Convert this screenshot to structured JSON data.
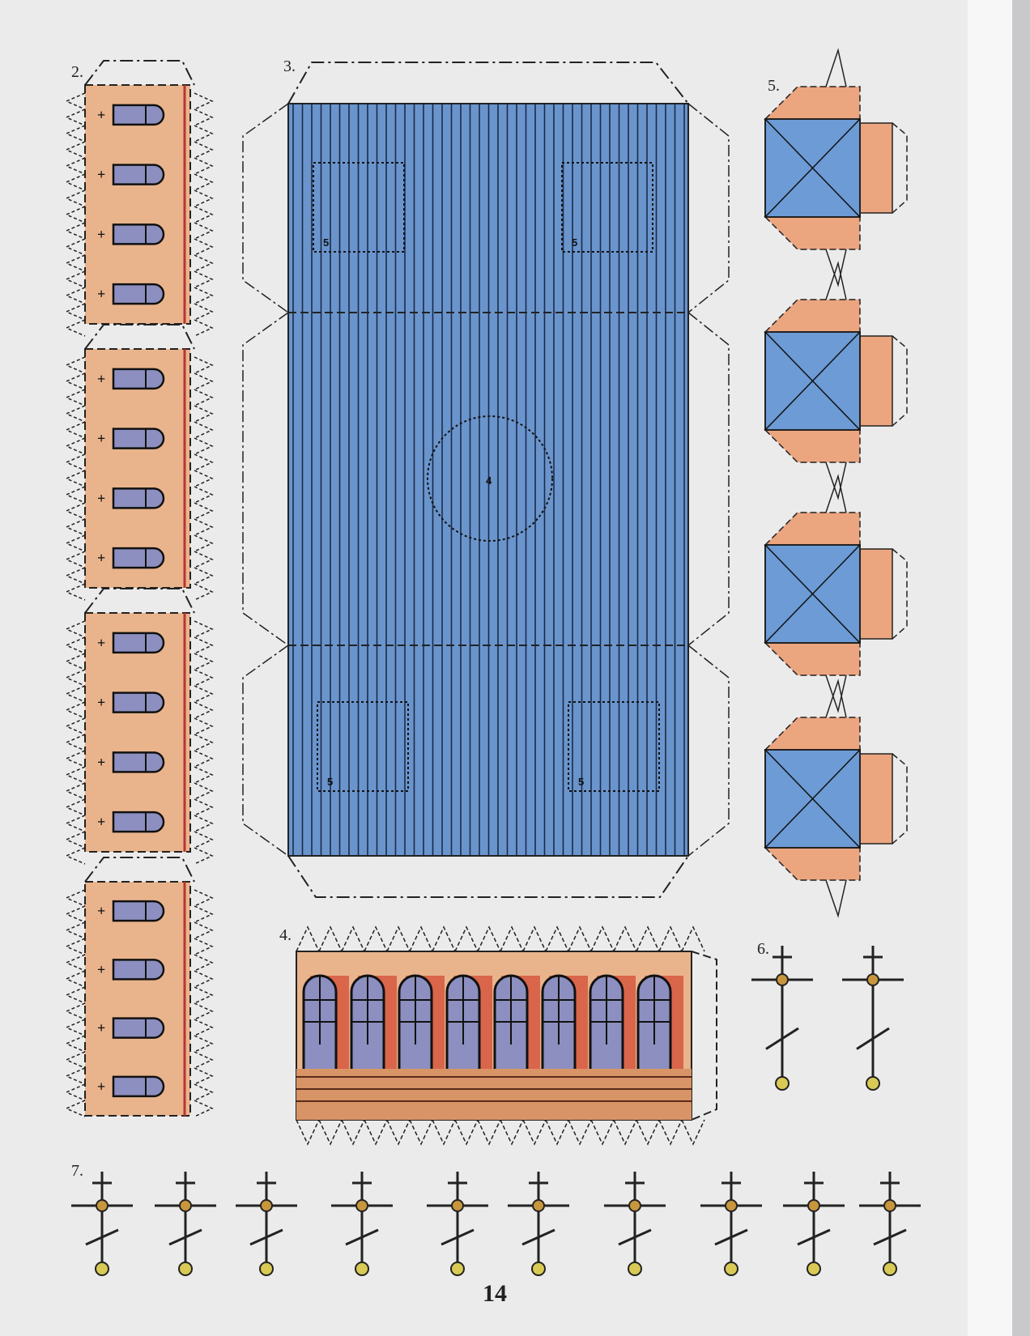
{
  "labels": {
    "part2": "2.",
    "part3": "3.",
    "part4": "4.",
    "part5": "5.",
    "part6": "6.",
    "part7": "7."
  },
  "marks": {
    "window_mark": "5",
    "dome_mark": "4"
  },
  "page_number": "14",
  "colors": {
    "paper": "#ecebeb",
    "wall": "#e9b48c",
    "wall_shadow": "#d9654a",
    "roof_blue": "#6a95cc",
    "roof_stripe": "#1b2a4a",
    "glass": "#8c8fbf",
    "cross_gold": "#d9c955"
  }
}
